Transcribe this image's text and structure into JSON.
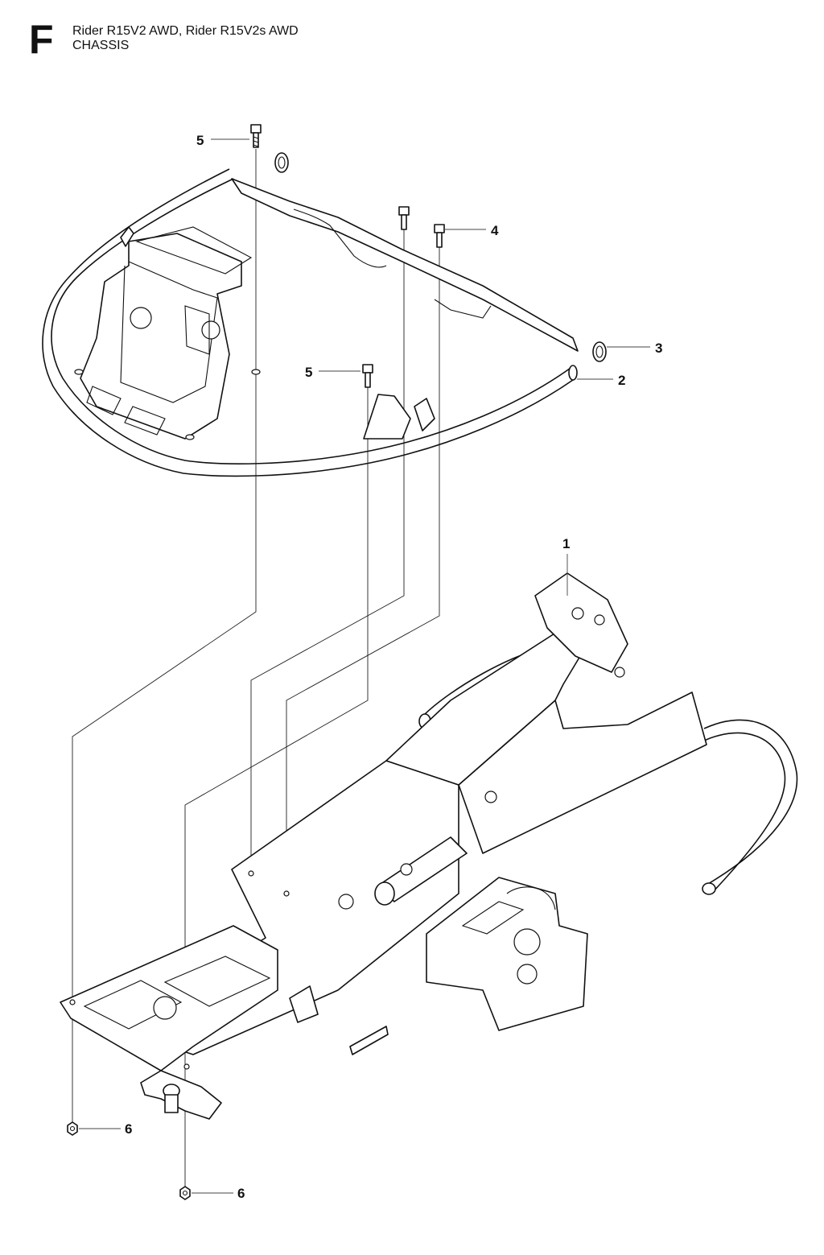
{
  "header": {
    "section_letter": "F",
    "model_line": "Rider R15V2 AWD, Rider R15V2s AWD",
    "group_name": "CHASSIS"
  },
  "callouts": [
    {
      "id": "c5a",
      "label": "5",
      "part": "bolt"
    },
    {
      "id": "c4",
      "label": "4",
      "part": "bolt"
    },
    {
      "id": "c3",
      "label": "3",
      "part": "end-cap"
    },
    {
      "id": "c2",
      "label": "2",
      "part": "front-bumper-frame"
    },
    {
      "id": "c5b",
      "label": "5",
      "part": "bolt"
    },
    {
      "id": "c1",
      "label": "1",
      "part": "chassis-frame"
    },
    {
      "id": "c6a",
      "label": "6",
      "part": "nut"
    },
    {
      "id": "c6b",
      "label": "6",
      "part": "nut"
    }
  ]
}
